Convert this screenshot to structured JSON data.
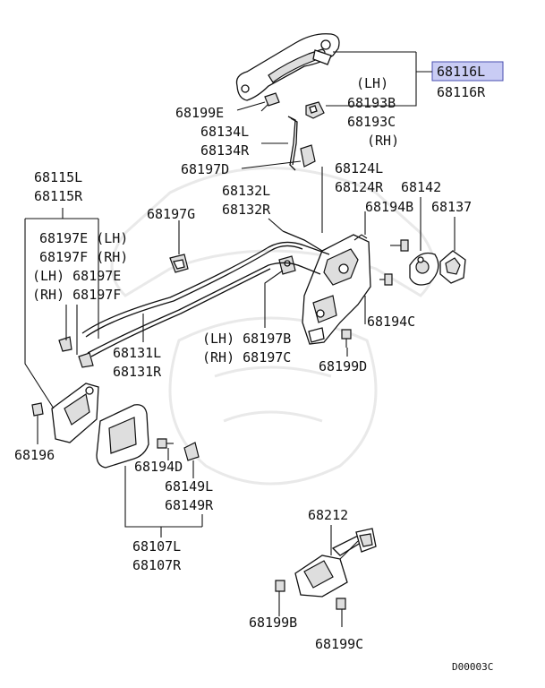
{
  "highlight_color": "#c9ccf4",
  "labels": {
    "p68116L": "68116L",
    "p68116R": "68116R",
    "lh1": "(LH)",
    "p68193B": "68193B",
    "p68193C": "68193C",
    "rh1": "(RH)",
    "p68199E": "68199E",
    "p68134L": "68134L",
    "p68134R": "68134R",
    "p68197D": "68197D",
    "p68124L": "68124L",
    "p68124R": "68124R",
    "p68142": "68142",
    "p68137": "68137",
    "p68194B": "68194B",
    "p68115L": "68115L",
    "p68115R": "68115R",
    "p68132L": "68132L",
    "p68132R": "68132R",
    "p68197G": "68197G",
    "p68197E_lh": "68197E (LH)",
    "p68197F_rh": "68197F (RH)",
    "lh_68197E": "(LH) 68197E",
    "rh_68197F": "(RH) 68197F",
    "p68194C": "68194C",
    "p68131L": "68131L",
    "p68131R": "68131R",
    "lh_68197B": "(LH) 68197B",
    "rh_68197C": "(RH) 68197C",
    "p68199D": "68199D",
    "p68196": "68196",
    "p68194D": "68194D",
    "p68149L": "68149L",
    "p68149R": "68149R",
    "p68107L": "68107L",
    "p68107R": "68107R",
    "p68212": "68212",
    "p68199B": "68199B",
    "p68199C": "68199C",
    "diagram_code": "D00003C"
  }
}
